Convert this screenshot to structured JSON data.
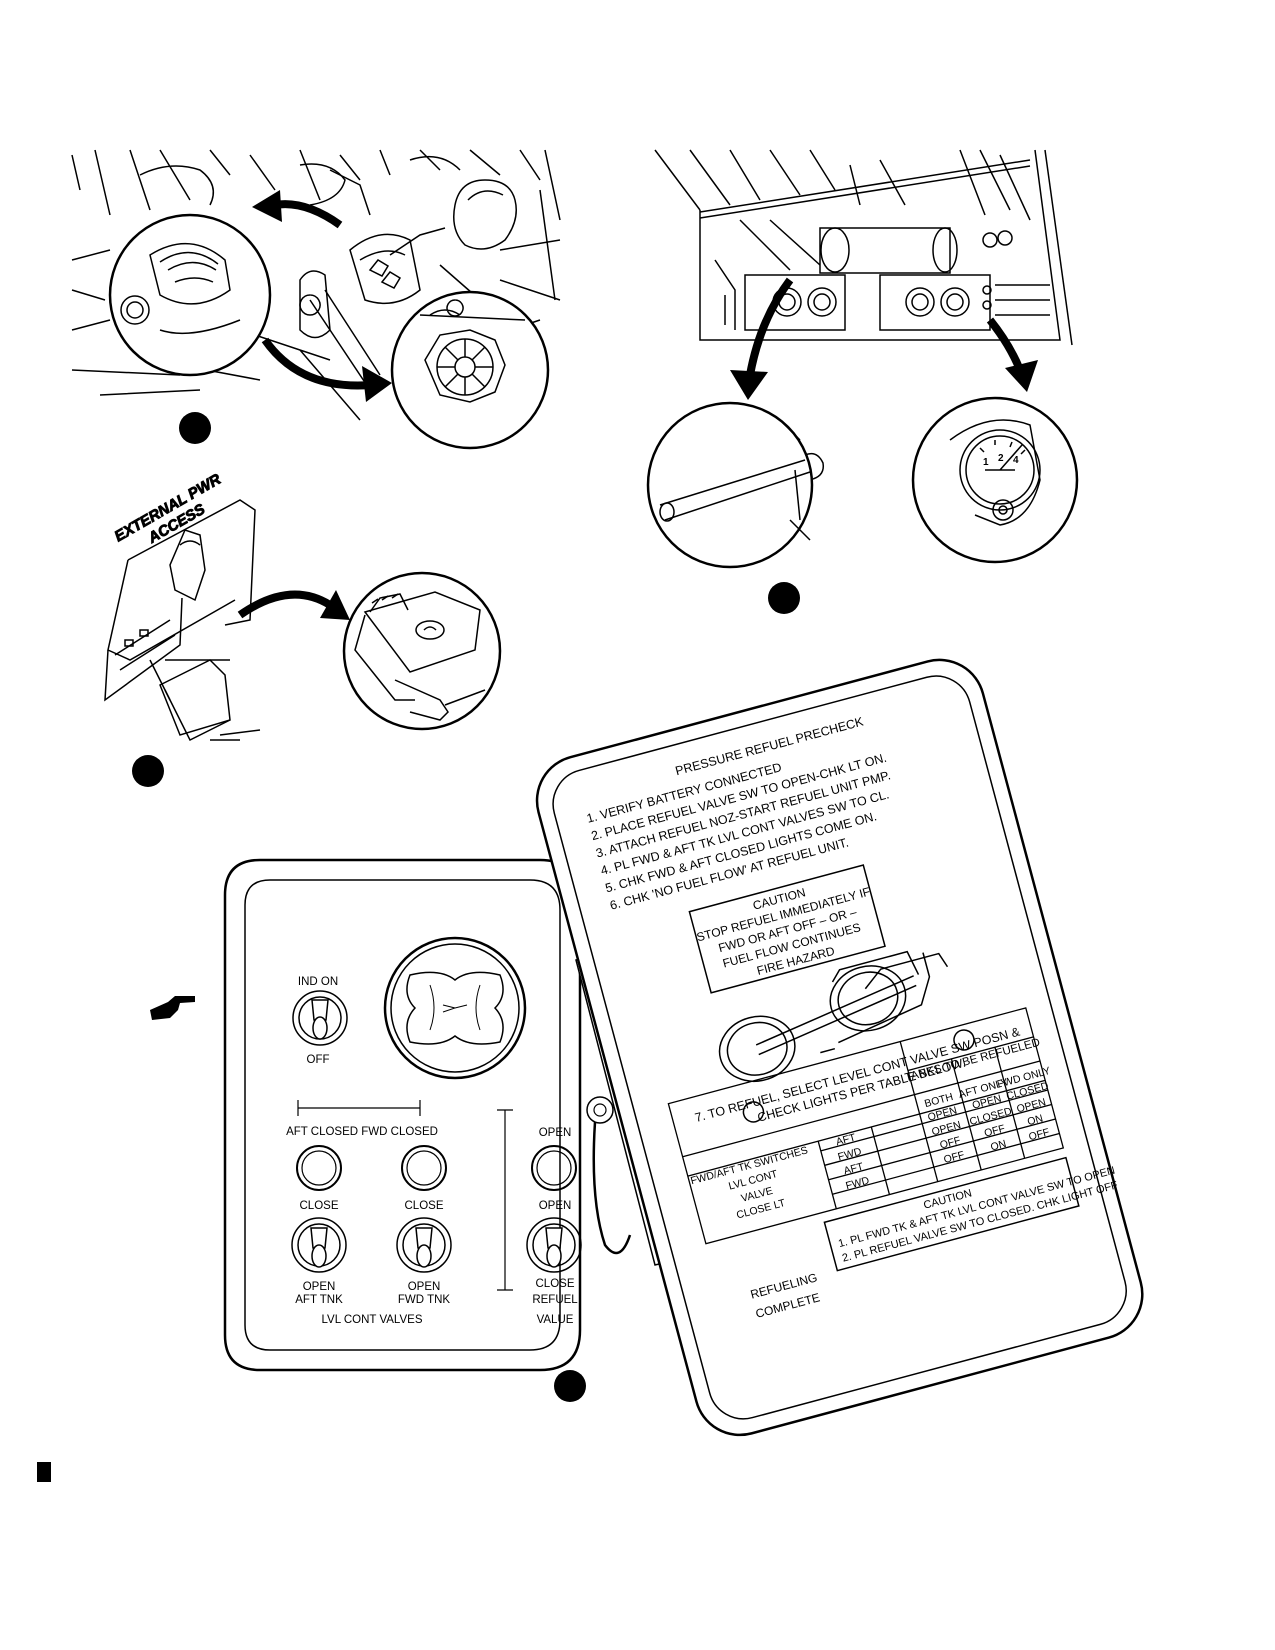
{
  "access_placard": {
    "line1": "EXTERNAL PWR",
    "line2": "ACCESS"
  },
  "panel": {
    "ind_on": "IND ON",
    "off": "OFF",
    "aft_fwd_closed": "AFT CLOSED FWD CLOSED",
    "close_left": "CLOSE",
    "close_right": "CLOSE",
    "open_aft_1": "OPEN",
    "open_aft_2": "AFT TNK",
    "open_fwd_1": "OPEN",
    "open_fwd_2": "FWD TNK",
    "lvl_cont_valves": "LVL CONT VALVES",
    "open_top": "OPEN",
    "open_mid": "OPEN",
    "close_refuel": "CLOSE",
    "refuel": "REFUEL",
    "value": "VALUE"
  },
  "door": {
    "title": "PRESSURE REFUEL PRECHECK",
    "steps": [
      "1. VERIFY BATTERY CONNECTED",
      "2. PLACE REFUEL VALVE SW TO OPEN-CHK LT ON.",
      "3. ATTACH REFUEL NOZ-START REFUEL UNIT PMP.",
      "4. PL FWD & AFT TK LVL CONT VALVES SW TO CL.",
      "5. CHK FWD & AFT CLOSED LIGHTS COME ON.",
      "6. CHK 'NO FUEL FLOW' AT REFUEL UNIT."
    ],
    "caution1": [
      "CAUTION",
      "STOP REFUEL IMMEDIATELY IF",
      "FWD OR AFT OFF – OR –",
      "FUEL FLOW CONTINUES",
      "FIRE HAZARD"
    ],
    "step7a": "7. TO REFUEL, SELECT LEVEL CONT VALVE SW POSN &",
    "step7b": "CHECK LIGHTS PER TABLE BELOW.",
    "tanks_header": "TANKS TO BE REFUELED",
    "table": {
      "columns": [
        "BOTH",
        "AFT ONLY",
        "FWD ONLY"
      ],
      "rows": [
        {
          "group": "FWD/AFT TK SWITCHES",
          "sub": "AFT",
          "values": [
            "OPEN",
            "OPEN",
            "CLOSED"
          ]
        },
        {
          "group": "LVL CONT",
          "sub": "FWD",
          "values": [
            "OPEN",
            "CLOSED",
            "OPEN"
          ]
        },
        {
          "group": "VALVE",
          "sub": "AFT",
          "values": [
            "OFF",
            "OFF",
            "ON"
          ]
        },
        {
          "group": "CLOSE LT",
          "sub": "FWD",
          "values": [
            "OFF",
            "ON",
            "OFF"
          ]
        }
      ]
    },
    "caution2": [
      "CAUTION",
      "1. PL FWD TK & AFT TK LVL CONT VALVE SW TO OPEN",
      "2. PL REFUEL VALVE SW TO CLOSED. CHK LIGHT OFF"
    ],
    "refueling": "REFUELING",
    "complete": "COMPLETE"
  },
  "gauge_numbers": [
    "1",
    "2",
    "4"
  ]
}
